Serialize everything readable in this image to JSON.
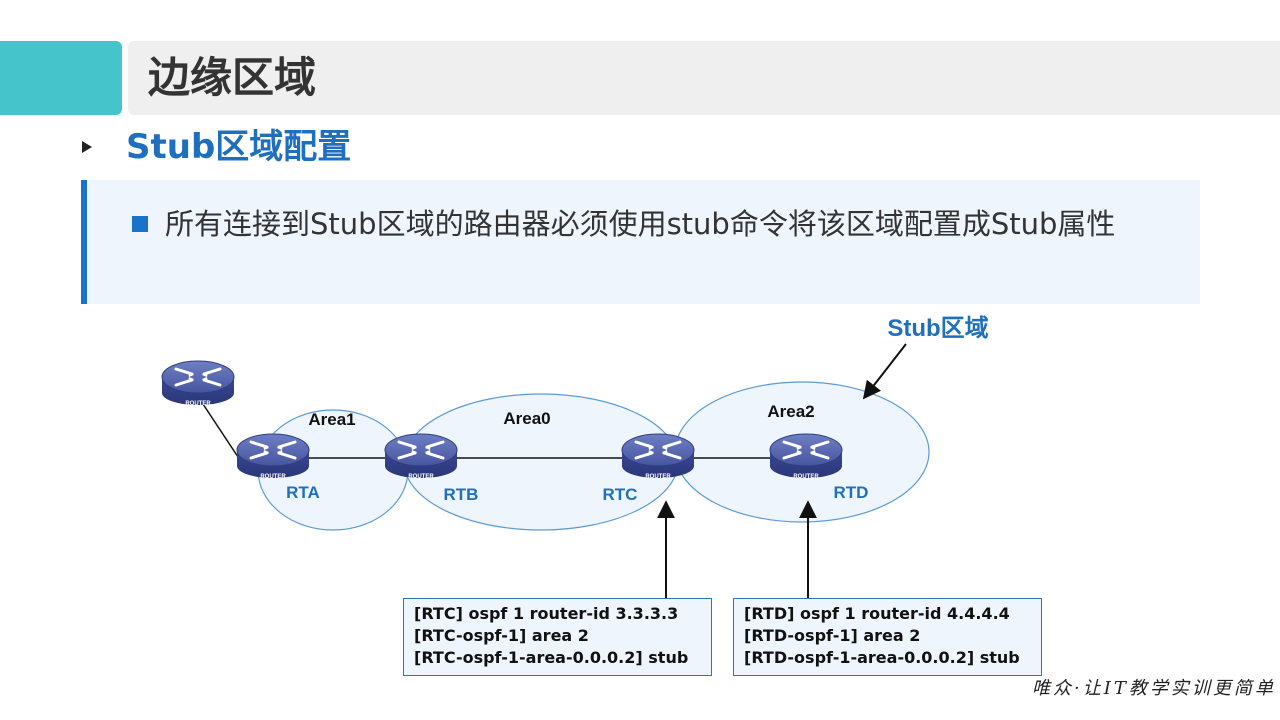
{
  "header": {
    "title": "边缘区域"
  },
  "subtitle": "Stub区域配置",
  "note": {
    "text": "所有连接到Stub区域的路由器必须使用stub命令将该区域配置成Stub属性"
  },
  "diagram": {
    "callout_label": "Stub区域",
    "areas": [
      "Area1",
      "Area0",
      "Area2"
    ],
    "router_badge": "ROUTER",
    "routers": [
      "RTA",
      "RTB",
      "RTC",
      "RTD"
    ]
  },
  "config_rtc": [
    "[RTC] ospf 1 router-id 3.3.3.3",
    "[RTC-ospf-1] area 2",
    "[RTC-ospf-1-area-0.0.0.2] stub"
  ],
  "config_rtd": [
    "[RTD] ospf 1 router-id 4.4.4.4",
    "[RTD-ospf-1] area 2",
    "[RTD-ospf-1-area-0.0.0.2] stub"
  ],
  "footer": "唯众·让IT教学实训更简单",
  "colors": {
    "accent": "#45c4cc",
    "title_bar": "#efefef",
    "primary_blue": "#1f6fbf",
    "router_blue": "#3d4f9e",
    "area_fill": "#eef5fc",
    "area_stroke": "#5b9bd5"
  }
}
